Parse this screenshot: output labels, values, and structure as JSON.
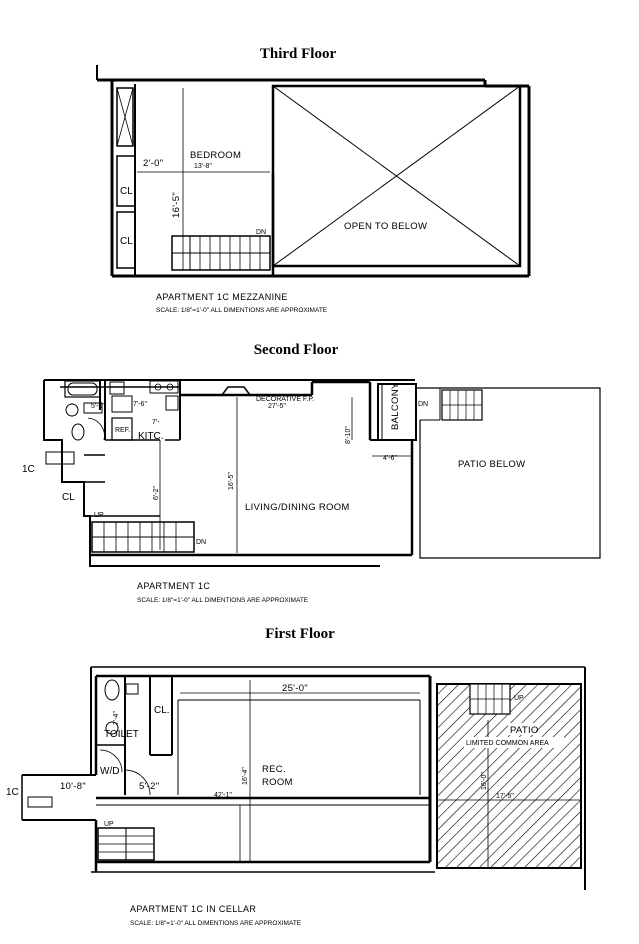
{
  "third_floor": {
    "title": "Third Floor",
    "bedroom": "BEDROOM",
    "bedroom_dim": "13'-8\"",
    "dim_width": "2'-0\"",
    "dim_height": "16'-5\"",
    "closet1": "CL",
    "closet2": "CL",
    "stair_label": "DN",
    "open_label": "OPEN TO BELOW",
    "caption": "APARTMENT 1C MEZZANINE",
    "scale": "SCALE: 1/8\"=1'-0\"   ALL DIMENTIONS ARE APPROXIMATE"
  },
  "second_floor": {
    "title": "Second Floor",
    "unit_tag": "1C",
    "closet": "CL",
    "up_label": "UP",
    "dn_label": "DN",
    "kitchen": "KITC.",
    "ref": "REF.",
    "dim_kitchen": "7'-6\"",
    "dim_kitchen_v": "7'-",
    "dim_small": "5'-0\"",
    "dim_hall": "6'-2\"",
    "dim_living_v": "16'-5\"",
    "dim_fp": "8'-10\"",
    "dim_balcony": "4'-6\"",
    "fireplace": "DECORATIVE F.P.",
    "fireplace_dim": "27'-5\"",
    "living": "LIVING/DINING ROOM",
    "balcony": "BALCONY",
    "balcony_dn": "DN",
    "patio": "PATIO BELOW",
    "caption": "APARTMENT 1C",
    "scale": "SCALE: 1/8\"=1'-0\"   ALL DIMENTIONS ARE APPROXIMATE"
  },
  "first_floor": {
    "title": "First Floor",
    "unit_tag": "1C",
    "closet": "CL.",
    "toilet": "TOILET",
    "wd": "W/D",
    "up_label": "UP",
    "up_patio": "UP",
    "dim_top": "25'-0\"",
    "dim_toilet": "7'-4\"",
    "dim_entry": "10'-8\"",
    "dim_hall": "5'-2\"",
    "dim_rec_v": "16'-4\"",
    "dim_rec_h": "42'-1\"",
    "rec": "REC.",
    "room": "ROOM",
    "patio": "PATIO",
    "patio_sub": "LIMITED COMMON AREA",
    "patio_dim_v": "16'-0\"",
    "patio_dim_h": "17'-5\"",
    "caption": "APARTMENT 1C IN CELLAR",
    "scale": "SCALE: 1/8\"=1'-0\"   ALL DIMENTIONS ARE APPROXIMATE"
  }
}
